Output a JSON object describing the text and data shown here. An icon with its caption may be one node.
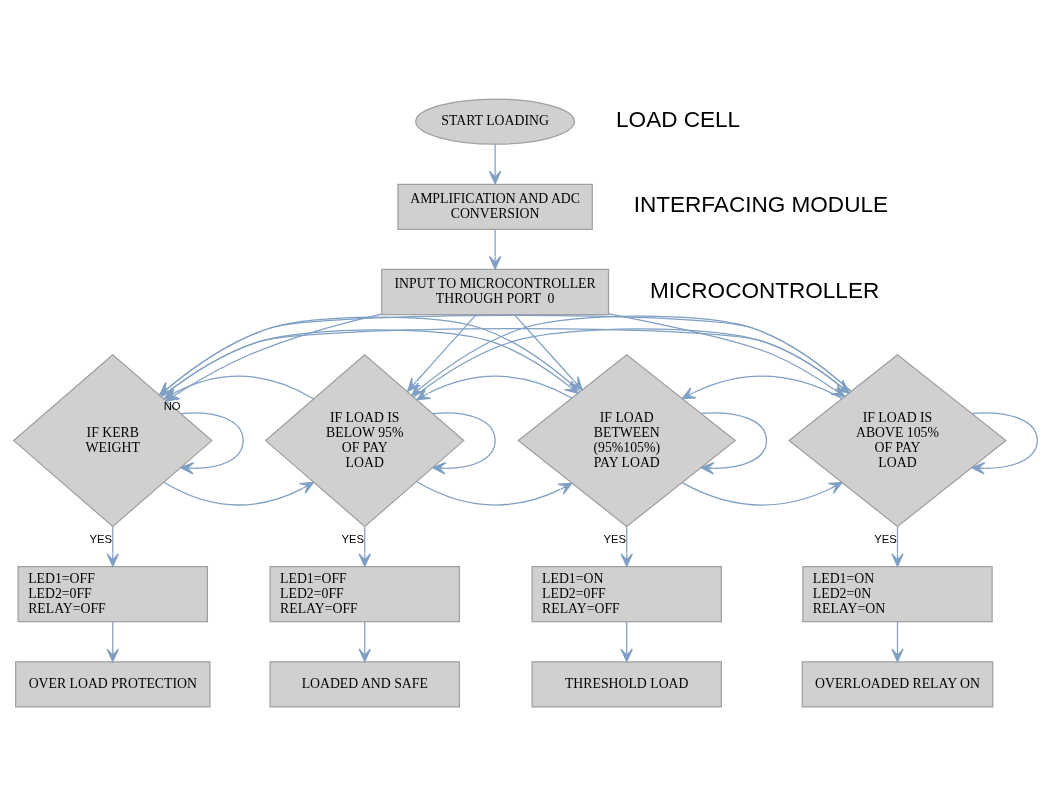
{
  "diagram": {
    "nodes": [
      {
        "text": [
          "START LOADING"
        ],
        "beside": [
          "LOAD CELL"
        ]
      },
      {
        "text": [
          "AMPLIFICATION AND ADC CONVERSION"
        ],
        "beside": [
          "INTERFACING MODULE"
        ]
      },
      {
        "text": [
          "INPUT TO MICROCONTROLLER THROUGH PORT  0"
        ],
        "beside": [
          "MICROCONTROLLER"
        ]
      },
      {
        "text": [
          "IF KERB WEIGHT"
        ]
      },
      {
        "text": [
          "LED1=OFF LED2=0FF RELAY=OFF"
        ]
      },
      {
        "text": [
          "OVER LOAD PROTECTION"
        ]
      },
      {
        "text": [
          "IF LOAD IS BELOW 95% OF PAY LOAD"
        ]
      },
      {
        "text": [
          "LED1=OFF LED2=0FF RELAY=OFF"
        ]
      },
      {
        "text": [
          "LOADED AND SAFE"
        ]
      },
      {
        "text": [
          "IF LOAD BETWEEN (95%105%) PAY LOAD"
        ]
      },
      {
        "text": [
          "LED1=ON LED2=0FF RELAY=OFF"
        ]
      },
      {
        "text": [
          "THRESHOLD LOAD"
        ]
      },
      {
        "text": [
          "IF LOAD IS ABOVE 105% OF PAY LOAD"
        ]
      },
      {
        "text": [
          "LED1=ON LED2=0N RELAY=ON"
        ]
      },
      {
        "text": [
          "OVERLOADED RELAY ON"
        ]
      }
    ],
    "edges": [
      {
        "from": 0,
        "to": 1,
        "arrow": "to"
      },
      {
        "from": 1,
        "to": 2,
        "arrow": "to"
      },
      {
        "from": 2,
        "to": 3,
        "arrow": "to"
      },
      {
        "from": 2,
        "to": 6,
        "arrow": "to"
      },
      {
        "from": 2,
        "to": 9,
        "arrow": "to"
      },
      {
        "from": 2,
        "to": 12,
        "arrow": "to"
      },
      {
        "from": 3,
        "to": 4,
        "arrow": "to",
        "label": "YES"
      },
      {
        "from": 4,
        "to": 5,
        "arrow": "to"
      },
      {
        "from": 6,
        "to": 7,
        "arrow": "to",
        "label": "YES"
      },
      {
        "from": 7,
        "to": 8,
        "arrow": "to"
      },
      {
        "from": 9,
        "to": 10,
        "arrow": "to",
        "label": "YES"
      },
      {
        "from": 10,
        "to": 11,
        "arrow": "to"
      },
      {
        "from": 12,
        "to": 13,
        "arrow": "to",
        "label": "YES"
      },
      {
        "from": 13,
        "to": 14,
        "arrow": "to"
      },
      {
        "from": 3,
        "to": 3,
        "arrow": "to",
        "label": "NO"
      },
      {
        "from": 3,
        "to": 6,
        "arrow": "to"
      },
      {
        "from": 3,
        "to": 9,
        "arrow": "to"
      },
      {
        "from": 3,
        "to": 12,
        "arrow": "to"
      },
      {
        "from": 6,
        "to": 3,
        "arrow": "to"
      },
      {
        "from": 6,
        "to": 6,
        "arrow": "to"
      },
      {
        "from": 6,
        "to": 9,
        "arrow": "to"
      },
      {
        "from": 6,
        "to": 12,
        "arrow": "to"
      },
      {
        "from": 9,
        "to": 3,
        "arrow": "to"
      },
      {
        "from": 9,
        "to": 6,
        "arrow": "to"
      },
      {
        "from": 9,
        "to": 9,
        "arrow": "to"
      },
      {
        "from": 9,
        "to": 12,
        "arrow": "to"
      },
      {
        "from": 12,
        "to": 3,
        "arrow": "to"
      },
      {
        "from": 12,
        "to": 6,
        "arrow": "to"
      },
      {
        "from": 12,
        "to": 9,
        "arrow": "to"
      },
      {
        "from": 12,
        "to": 12,
        "arrow": "to"
      }
    ]
  }
}
